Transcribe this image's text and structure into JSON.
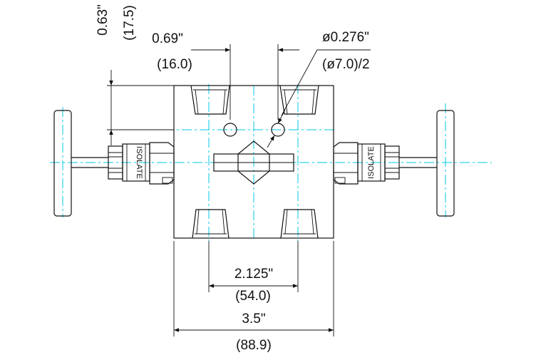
{
  "drawing": {
    "dims": {
      "top_offset_in": "0.63\"",
      "top_offset_mm": "(17.5)",
      "hole_spacing_in": "0.69\"",
      "hole_spacing_mm": "(16.0)",
      "hole_dia_in": "ø0.276\"",
      "hole_dia_mm": "(ø7.0)/2",
      "port_spacing_in": "2.125\"",
      "port_spacing_mm": "(54.0)",
      "width_in": "3.5\"",
      "width_mm": "(88.9)"
    },
    "valve_label": "ISOLATE",
    "colors": {
      "outline": "#111111",
      "centerline": "#00c8e6"
    }
  }
}
